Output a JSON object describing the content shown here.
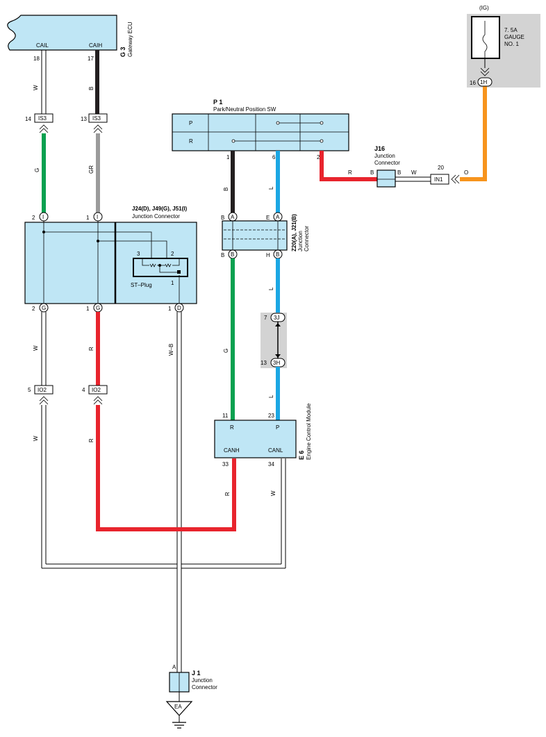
{
  "components": {
    "g3": {
      "id": "G 3",
      "name": "Gateway ECU",
      "pins": {
        "cail": "CAIL",
        "caih": "CAIH",
        "n18": "18",
        "n17": "17"
      }
    },
    "p1": {
      "id": "P 1",
      "name": "Park/Neutral Position SW",
      "rows": {
        "p": "P",
        "r": "R"
      },
      "pins": {
        "n1": "1",
        "n6": "6",
        "n2": "2"
      }
    },
    "j16": {
      "id": "J16",
      "name_line1": "Junction",
      "name_line2": "Connector",
      "pins": {
        "b_in": "B",
        "b_out": "B"
      }
    },
    "ig": {
      "label": "(IG)",
      "fuse_rating": "7. 5A",
      "fuse_name_line1": "GAUGE",
      "fuse_name_line2": "NO. 1",
      "pin_num": "16",
      "pin_label": "1H"
    },
    "in1": {
      "label": "IN1",
      "pin": "20"
    },
    "junction_left": {
      "id": "J24(D), J49(G), J51(I)",
      "name": "Junction Connector",
      "st_plug": "ST–Plug",
      "plug_pins": {
        "p3": "3",
        "p2": "2",
        "p1": "1"
      },
      "top_pins": [
        {
          "num": "2",
          "label": "I"
        },
        {
          "num": "1",
          "label": "I"
        }
      ],
      "bottom_pins": [
        {
          "num": "2",
          "label": "G"
        },
        {
          "num": "1",
          "label": "G"
        },
        {
          "num": "1",
          "label": "D"
        }
      ]
    },
    "junction_mid": {
      "id": "Z20(A), J21(B)",
      "name_line1": "Junction",
      "name_line2": "Connector",
      "pins": {
        "top_b": "B",
        "top_a1": "A",
        "top_e": "E",
        "top_a2": "A",
        "bot_b": "B",
        "bot_b1": "B",
        "bot_h": "H",
        "bot_b2": "B"
      }
    },
    "e6": {
      "id": "E 6",
      "name": "Engine Control Module",
      "pins": {
        "r": "R",
        "p": "P",
        "canh": "CANH",
        "canl": "CANL",
        "n11": "11",
        "n23": "23",
        "n33": "33",
        "n34": "34"
      }
    },
    "j1": {
      "id": "J 1",
      "name_line1": "Junction",
      "name_line2": "Connector",
      "pin": "A",
      "ground": "EA"
    }
  },
  "connectors": {
    "is3_left": {
      "label": "IS3",
      "pin": "14"
    },
    "is3_right": {
      "label": "IS3",
      "pin": "13"
    },
    "io2_left": {
      "label": "IO2",
      "pin": "5"
    },
    "io2_right": {
      "label": "IO2",
      "pin": "4"
    },
    "c3j": {
      "label": "3J",
      "pin": "7"
    },
    "c3h": {
      "label": "3H",
      "pin": "13"
    }
  },
  "wire_labels": {
    "w1": "W",
    "b1": "B",
    "g1": "G",
    "gr1": "GR",
    "w2": "W",
    "r2": "R",
    "wb": "W–B",
    "w3": "W",
    "r3": "R",
    "b_p1": "B",
    "l_p1": "L",
    "r_p1": "R",
    "w_j16": "W",
    "o_ig": "O",
    "g_mid": "G",
    "l_mid": "L",
    "l_low": "L",
    "r_ecm": "R",
    "w_ecm": "W"
  },
  "colors": {
    "component_fill": "#bfe6f5",
    "shade": "#d3d3d3",
    "wire_green": "#0aa150",
    "wire_gray": "#9b9b9b",
    "wire_red": "#e8242d",
    "wire_blue": "#1ba7e4",
    "wire_orange": "#f7941d",
    "wire_black": "#231f20"
  }
}
